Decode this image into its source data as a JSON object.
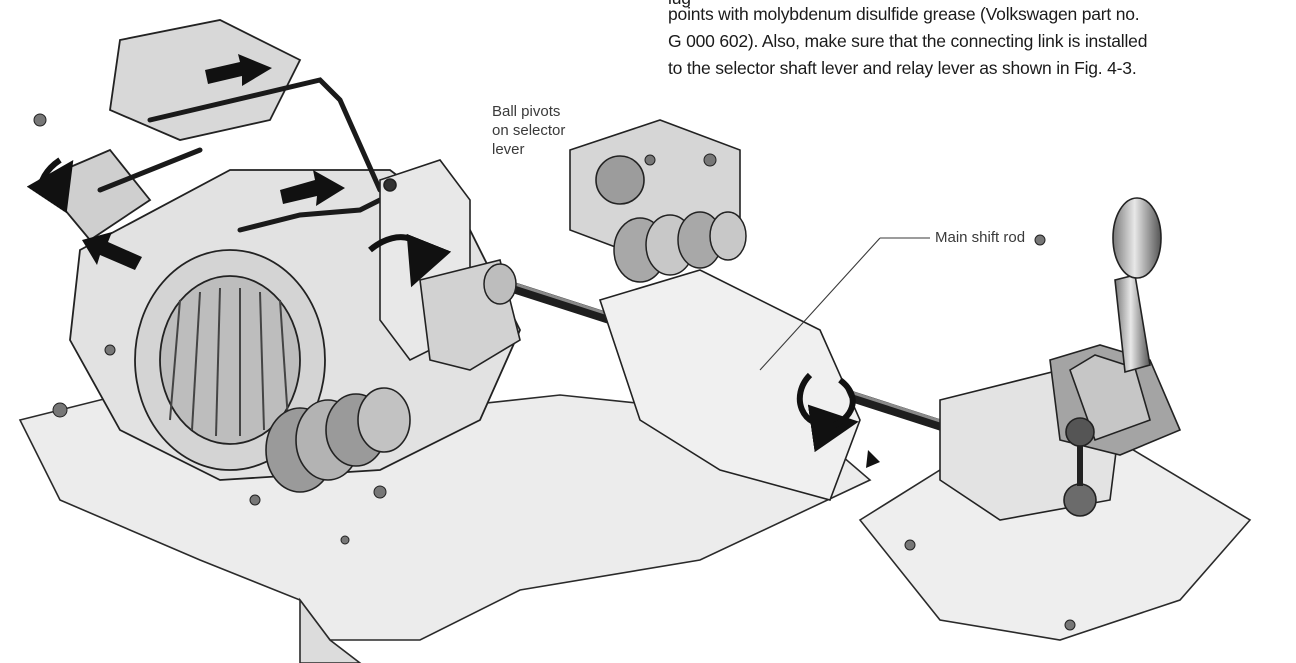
{
  "caption": {
    "lines": [
      "points with molybdenum disulfide grease (Volkswagen part no.",
      "G 000 602). Also, make sure that the connecting link is installed",
      "to the selector shaft lever and relay lever as shown in Fig. 4-3."
    ]
  },
  "callouts": {
    "ball_pivots": [
      "Ball pivots",
      "on selector",
      "lever"
    ],
    "main_shift_rod": "Main shift rod"
  },
  "colors": {
    "ink": "#1a1a1a",
    "shade": "#9a9a9a",
    "light": "#d8d8d8"
  }
}
